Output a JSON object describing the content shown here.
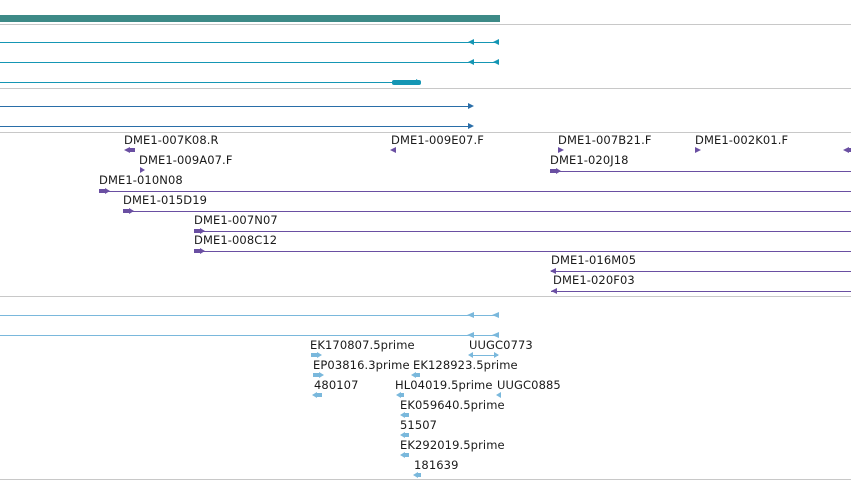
{
  "colors": {
    "track_dark_teal": "#3d8a87",
    "track_teal": "#1596b4",
    "track_blue": "#2a6ea8",
    "track_purple": "#6a4fa2",
    "track_light_blue": "#7ab8dc",
    "divider": "#c8c8c8"
  },
  "tracks": {
    "genomic_clones": {
      "labels": [
        "DME1-007K08.R",
        "DME1-009A07.F",
        "DME1-009E07.F",
        "DME1-007B21.F",
        "DME1-002K01.F",
        "DME1-020J18",
        "DME1-010N08",
        "DME1-015D19",
        "DME1-007N07",
        "DME1-008C12",
        "DME1-016M05",
        "DME1-020F03"
      ]
    },
    "est_alignments": {
      "labels": [
        "EK170807.5prime",
        "UUGC0773",
        "EP03816.3prime",
        "EK128923.5prime",
        "480107",
        "HL04019.5prime",
        "UUGC0885",
        "EK059640.5prime",
        "51507",
        "EK292019.5prime",
        "181639"
      ]
    }
  }
}
